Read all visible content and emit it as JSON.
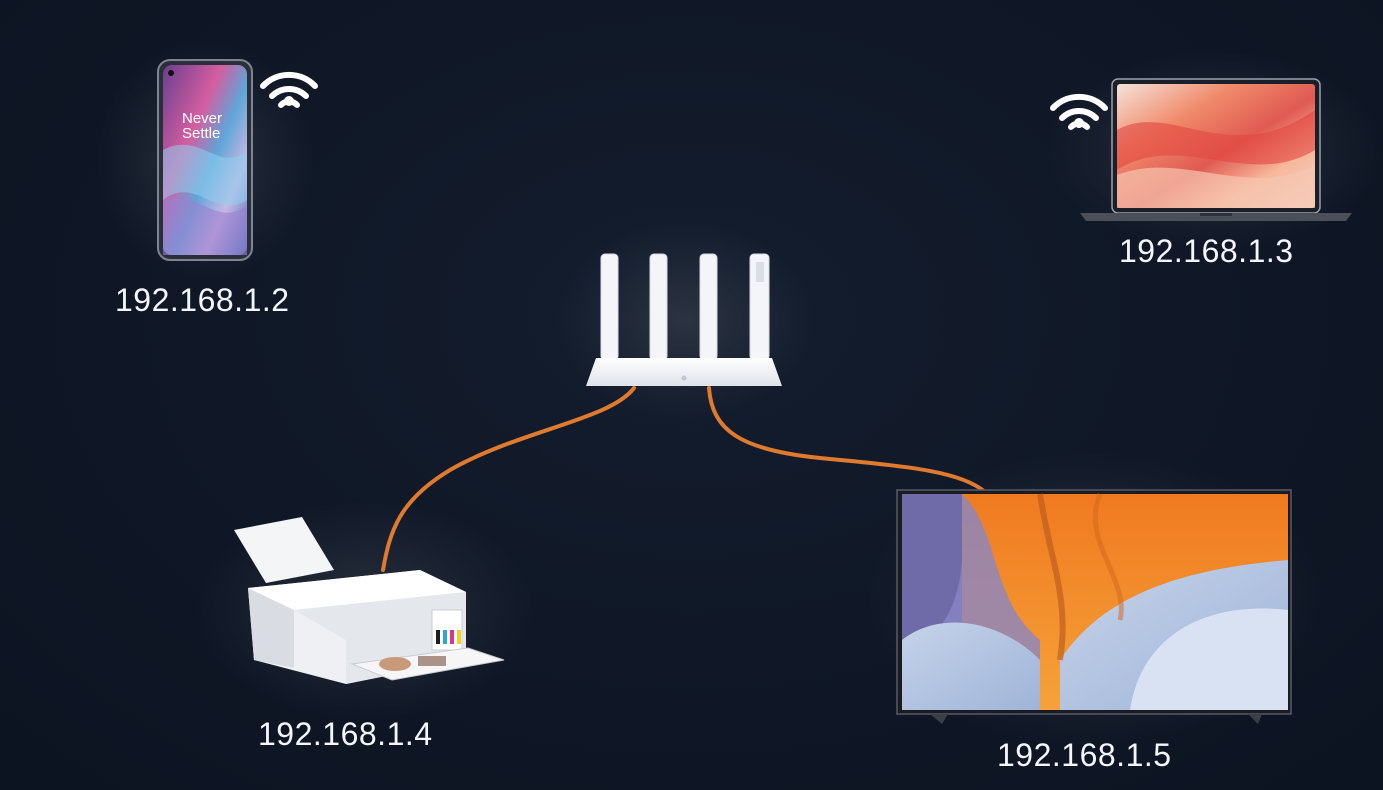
{
  "devices": {
    "phone": {
      "ip": "192.168.1.2",
      "screen_text_line1": "Never",
      "screen_text_line2": "Settle",
      "connection": "wifi"
    },
    "laptop": {
      "ip": "192.168.1.3",
      "connection": "wifi"
    },
    "printer": {
      "ip": "192.168.1.4",
      "connection": "ethernet"
    },
    "tv": {
      "ip": "192.168.1.5",
      "connection": "ethernet"
    }
  },
  "colors": {
    "background": "#111827",
    "cable": "#e07a2e",
    "label": "#f4f6fa"
  }
}
